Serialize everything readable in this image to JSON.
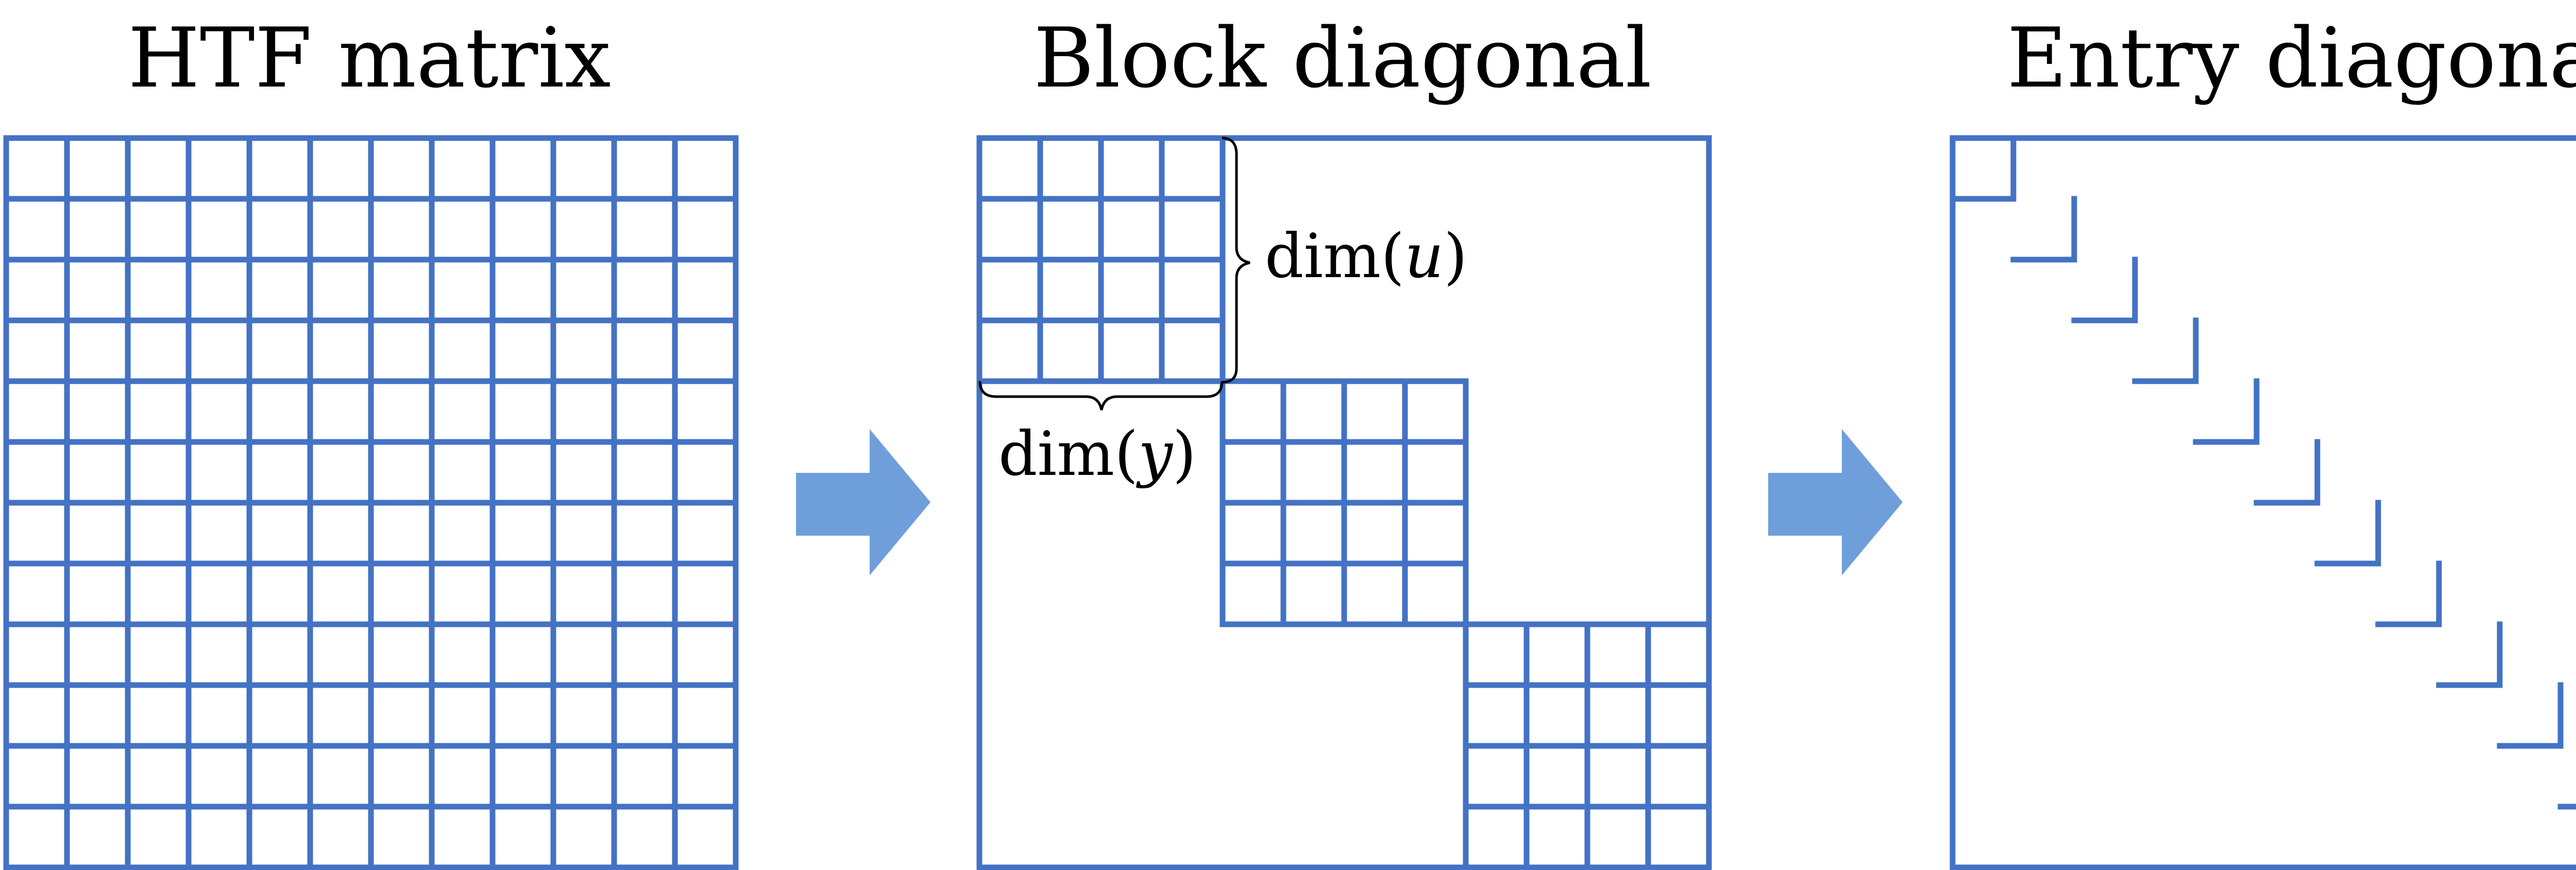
{
  "colors": {
    "grid": "#4472C4",
    "arrow": "#6F9FDB",
    "text": "#000000"
  },
  "panels": [
    {
      "title": "HTF matrix",
      "kind": "full"
    },
    {
      "title": "Block diagonal",
      "kind": "block"
    },
    {
      "title": "Entry diagonal",
      "kind": "entry"
    }
  ],
  "matrix": {
    "size": 12,
    "block_size": 4
  },
  "annotations": {
    "dim_u": {
      "prefix": "dim(",
      "var": "u",
      "suffix": ")"
    },
    "dim_y": {
      "prefix": "dim(",
      "var": "y",
      "suffix": ")"
    }
  },
  "arrows": [
    {
      "name": "arrow-to-block-diagonal"
    },
    {
      "name": "arrow-to-entry-diagonal"
    }
  ]
}
